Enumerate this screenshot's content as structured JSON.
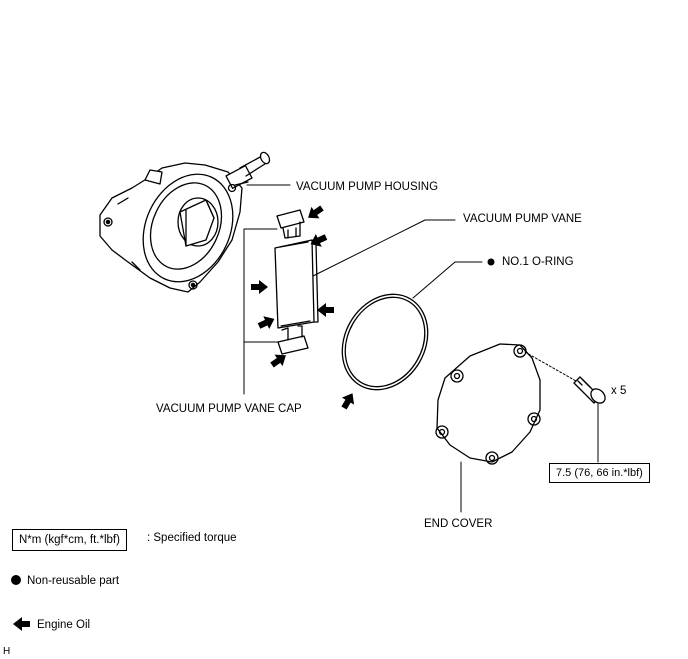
{
  "labels": {
    "housing": "VACUUM PUMP HOUSING",
    "vane": "VACUUM PUMP VANE",
    "oring": "NO.1 O-RING",
    "vane_cap": "VACUUM PUMP VANE CAP",
    "end_cover": "END COVER",
    "bolt_qty": "x 5",
    "torque": "7.5 (76, 66 in.*lbf)"
  },
  "legend": {
    "torque_box": "N*m (kgf*cm, ft.*lbf)",
    "torque_text": ": Specified torque",
    "non_reusable": "Non-reusable part",
    "engine_oil": "Engine Oil"
  },
  "corner_mark": "H"
}
